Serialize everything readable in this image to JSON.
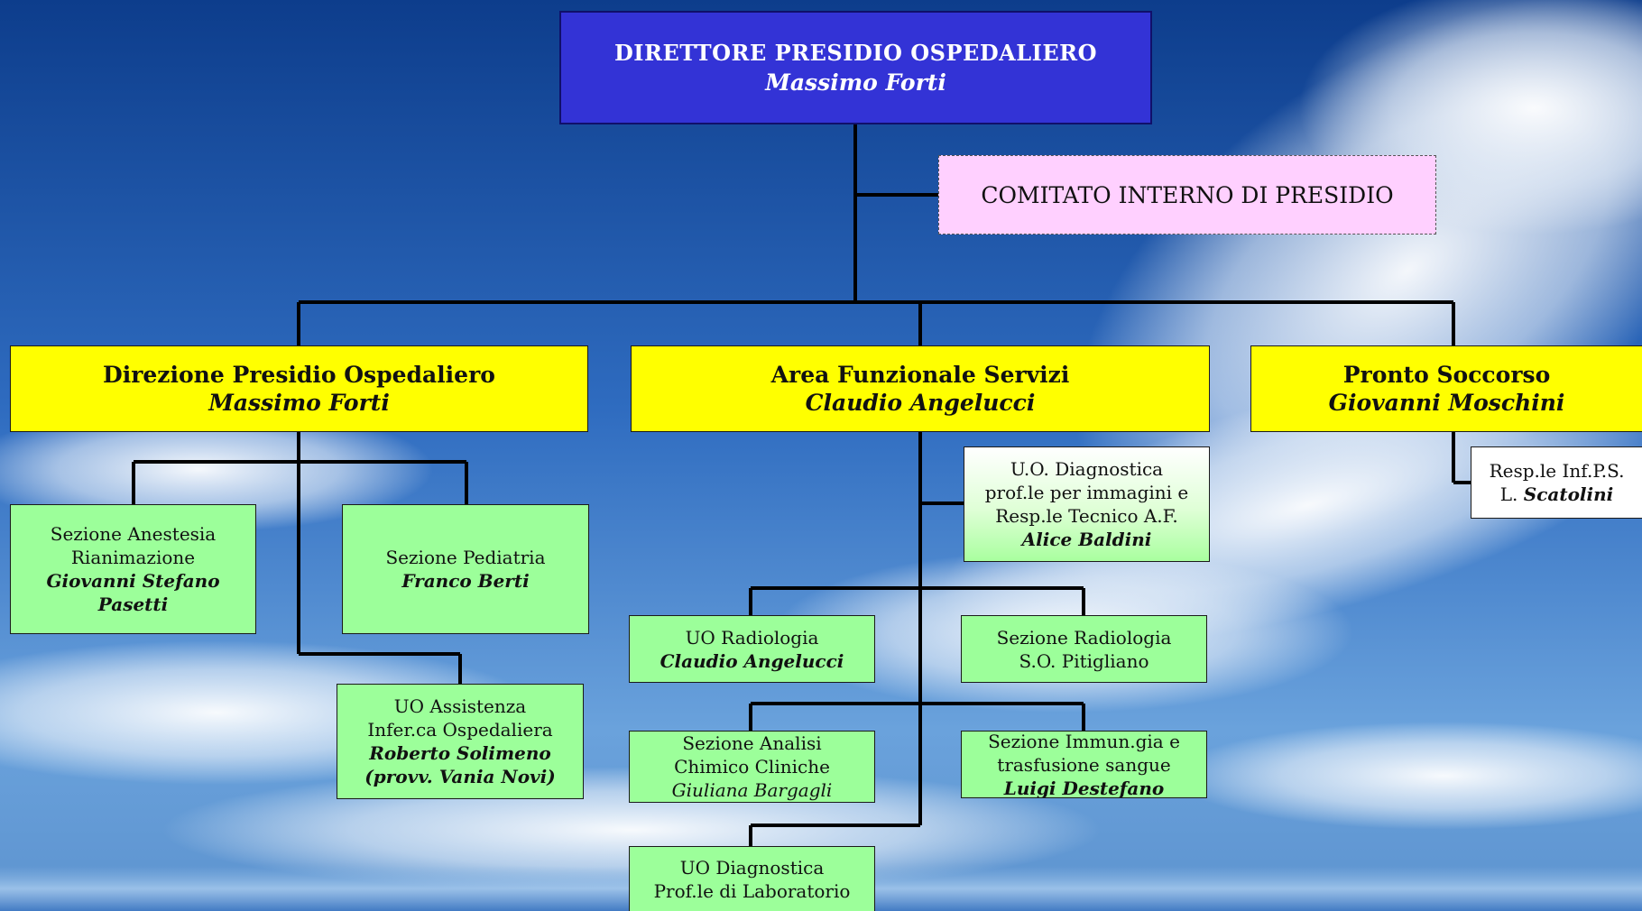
{
  "director": {
    "title": "DIRETTORE PRESIDIO OSPEDALIERO",
    "name": "Massimo Forti"
  },
  "committee": {
    "label": "COMITATO INTERNO DI  PRESIDIO"
  },
  "direzione": {
    "title": "Direzione Presidio Ospedaliero",
    "name": "Massimo Forti"
  },
  "area": {
    "title": "Area Funzionale Servizi",
    "name": "Claudio Angelucci"
  },
  "pronto": {
    "title": "Pronto Soccorso",
    "name": "Giovanni Moschini"
  },
  "anestesia": {
    "line1": "Sezione Anestesia",
    "line2": "Rianimazione",
    "name1": "Giovanni Stefano",
    "name2": "Pasetti"
  },
  "pediatria": {
    "line1": "Sezione Pediatria",
    "name": "Franco Berti"
  },
  "assistenza": {
    "line1": "UO Assistenza",
    "line2": "Infer.ca Ospedaliera",
    "name": "Roberto Solimeno",
    "note": "(provv. Vania Novi)"
  },
  "diagnostica_immagini": {
    "line1": "U.O. Diagnostica",
    "line2": "prof.le per immagini e",
    "line3": "Resp.le Tecnico  A.F.",
    "name": "Alice Baldini"
  },
  "radiologia": {
    "line1": "UO Radiologia",
    "name": "Claudio Angelucci"
  },
  "radiologia_pitigliano": {
    "line1": "Sezione Radiologia",
    "line2": "S.O. Pitigliano"
  },
  "analisi": {
    "line1": "Sezione Analisi",
    "line2": "Chimico Cliniche",
    "name": "Giuliana Bargagli"
  },
  "immunologia": {
    "line1": "Sezione Immun.gia e",
    "line2": "trasfusione sangue",
    "name": "Luigi Destefano"
  },
  "laboratorio": {
    "line1": "UO Diagnostica",
    "line2": "Prof.le di Laboratorio"
  },
  "resp_ps": {
    "line1": "Resp.le Inf.P.S.",
    "prefix": "L.",
    "name": "Scatolini"
  },
  "colors": {
    "director_bg": "#3333d6",
    "committee_bg": "#ffd0ff",
    "yellow_bg": "#ffff00",
    "green_bg": "#9cff9a",
    "line": "#000000"
  }
}
